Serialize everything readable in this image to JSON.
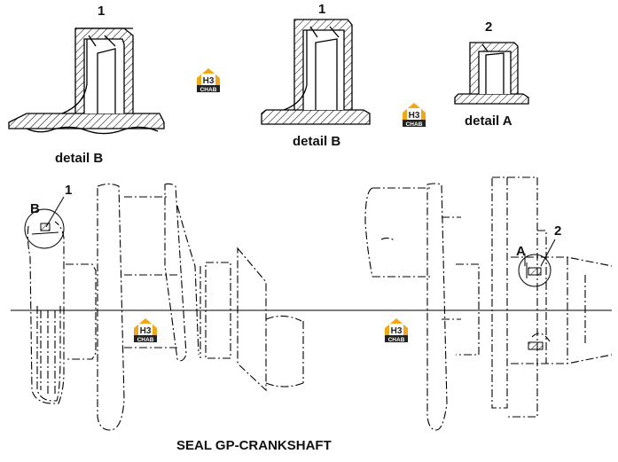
{
  "callouts": {
    "top_left_part": "1",
    "top_middle_part": "1",
    "top_right_part": "2",
    "main_left_part": "1",
    "main_right_part": "2",
    "main_left_view": "B",
    "main_right_view": "A"
  },
  "captions": {
    "detail_left": "detail  B",
    "detail_middle": "detail  B",
    "detail_right": "detail A"
  },
  "title": "SEAL GP-CRANKSHAFT",
  "watermark": {
    "top_text": "H3",
    "bottom_text": "CHAB",
    "color_orange": "#f0a818",
    "color_dark": "#222222"
  }
}
